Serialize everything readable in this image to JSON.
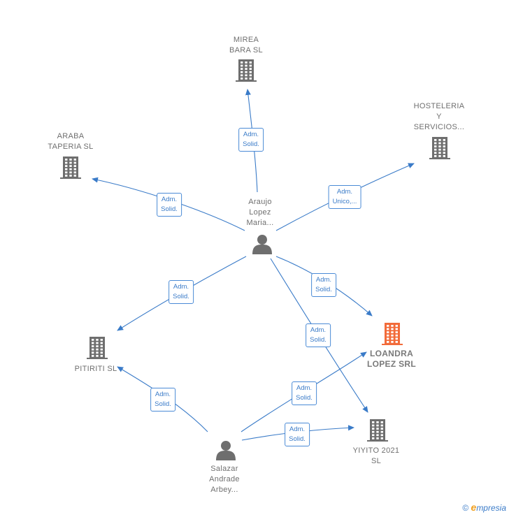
{
  "colors": {
    "edge": "#3a7bc8",
    "building": "#6e6e6e",
    "building_highlight": "#f26b3a",
    "person": "#6e6e6e"
  },
  "nodes": [
    {
      "id": "mirea",
      "type": "company",
      "lines": [
        "MIREA",
        "BARA SL"
      ]
    },
    {
      "id": "hosteleria",
      "type": "company",
      "lines": [
        "HOSTELERIA",
        "Y",
        "SERVICIOS..."
      ]
    },
    {
      "id": "araba",
      "type": "company",
      "lines": [
        "ARABA",
        "TAPERIA SL"
      ]
    },
    {
      "id": "araujo",
      "type": "person",
      "lines": [
        "Araujo",
        "Lopez",
        "Maria..."
      ]
    },
    {
      "id": "pitiriti",
      "type": "company",
      "lines": [
        "PITIRITI  SL"
      ]
    },
    {
      "id": "loandra",
      "type": "company_highlight",
      "lines": [
        "LOANDRA",
        "LOPEZ SRL"
      ]
    },
    {
      "id": "yiyito",
      "type": "company",
      "lines": [
        "YIYITO 2021",
        "SL"
      ]
    },
    {
      "id": "salazar",
      "type": "person",
      "lines": [
        "Salazar",
        "Andrade",
        "Arbey..."
      ]
    }
  ],
  "edges": [
    {
      "from": "araujo",
      "to": "mirea",
      "label": [
        "Adm.",
        "Solid."
      ]
    },
    {
      "from": "araujo",
      "to": "araba",
      "label": [
        "Adm.",
        "Solid."
      ]
    },
    {
      "from": "araujo",
      "to": "hosteleria",
      "label": [
        "Adm.",
        "Unico,..."
      ]
    },
    {
      "from": "araujo",
      "to": "pitiriti",
      "label": [
        "Adm.",
        "Solid."
      ]
    },
    {
      "from": "araujo",
      "to": "loandra",
      "label": [
        "Adm.",
        "Solid."
      ]
    },
    {
      "from": "araujo",
      "to": "yiyito",
      "label": [
        "Adm.",
        "Solid."
      ]
    },
    {
      "from": "salazar",
      "to": "pitiriti",
      "label": [
        "Adm.",
        "Solid."
      ]
    },
    {
      "from": "salazar",
      "to": "loandra",
      "label": [
        "Adm.",
        "Solid."
      ]
    },
    {
      "from": "salazar",
      "to": "yiyito",
      "label": [
        "Adm.",
        "Solid."
      ]
    }
  ],
  "credit": {
    "symbol": "©",
    "brand_initial": "e",
    "brand_rest": "mpresia"
  }
}
